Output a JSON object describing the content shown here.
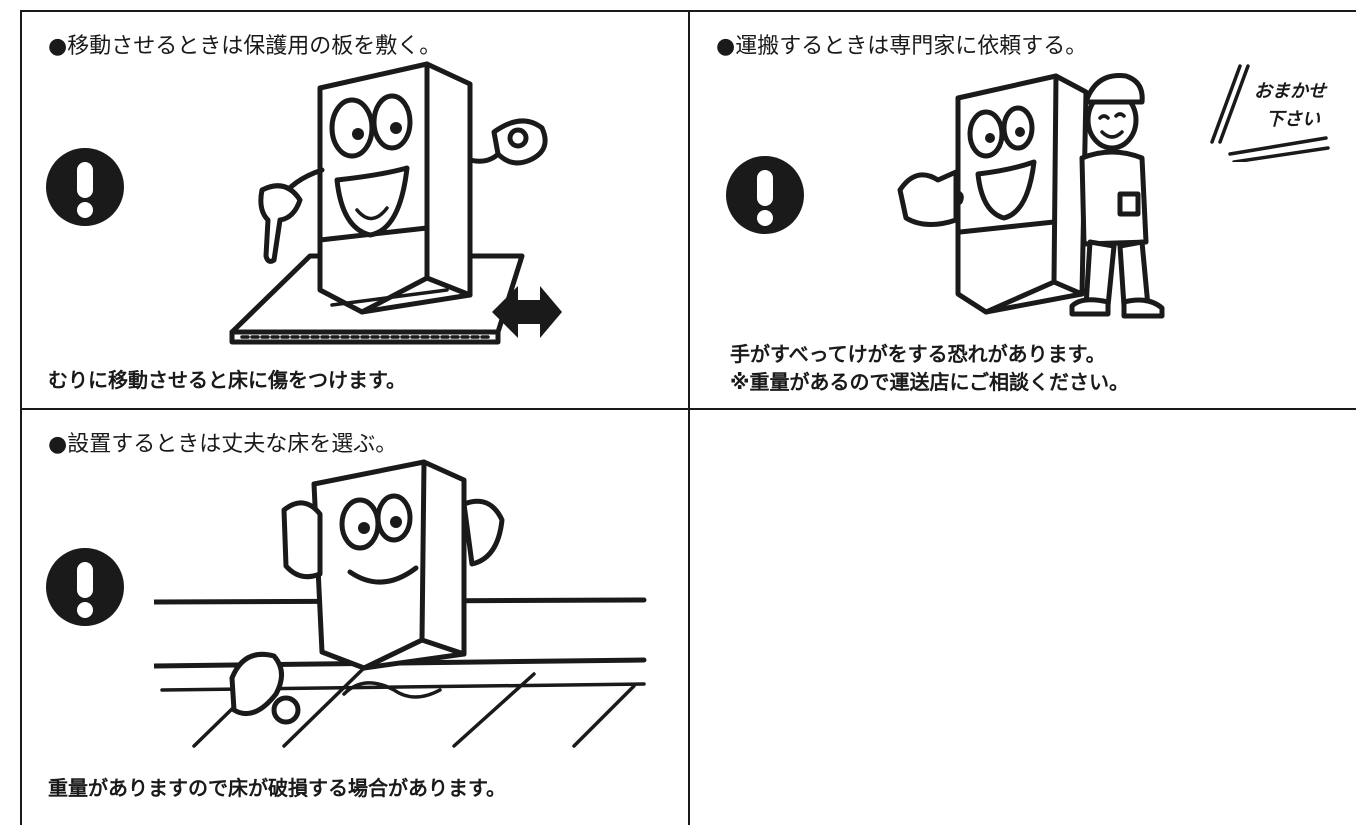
{
  "panels": [
    {
      "heading": "●移動させるときは保護用の板を敷く。",
      "notes": [
        "むりに移動させると床に傷をつけます。"
      ],
      "icon": "exclamation-icon"
    },
    {
      "heading": "●運搬するときは専門家に依頼する。",
      "speech_lines": [
        "おまかせ",
        "下さい"
      ],
      "notes": [
        "手がすべってけがをする恐れがあります。",
        "※重量があるので運送店にご相談ください。"
      ],
      "icon": "exclamation-icon"
    },
    {
      "heading": "●設置するときは丈夫な床を選ぶ。",
      "notes": [
        "重量がありますので床が破損する場合があります。"
      ],
      "icon": "exclamation-icon"
    }
  ],
  "colors": {
    "ink": "#1a1a1a",
    "paper": "#ffffff"
  }
}
